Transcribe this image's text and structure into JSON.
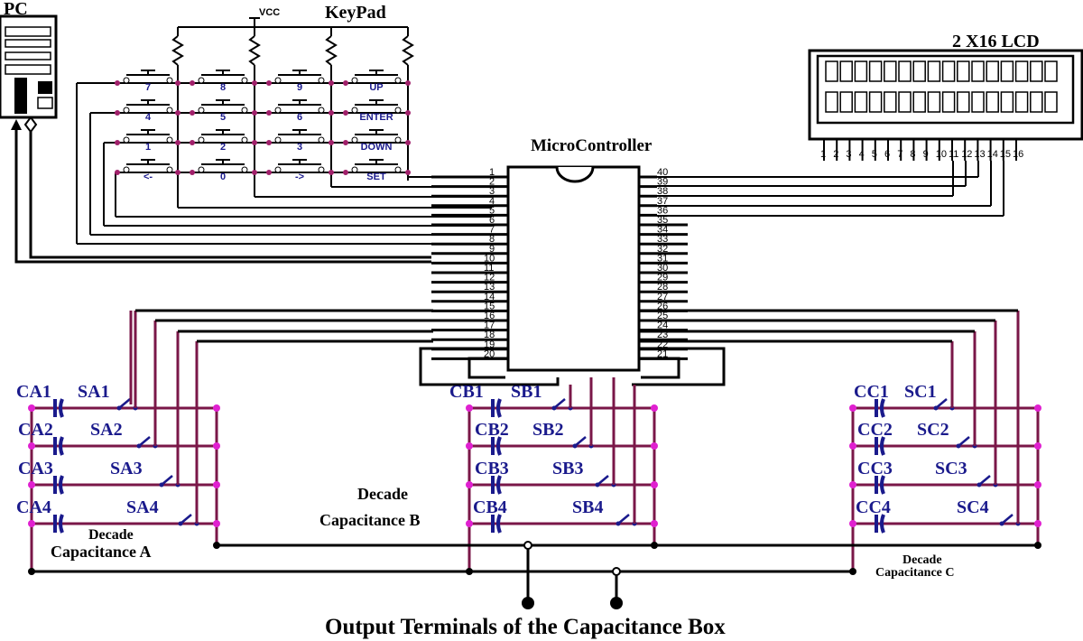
{
  "labels": {
    "pc": "PC",
    "vcc": "VCC",
    "keypad": "KeyPad",
    "lcd": "2 X16 LCD",
    "mcu": "MicroController",
    "output": "Output Terminals of the Capacitance Box",
    "decade_a": [
      "Decade",
      "Capacitance A"
    ],
    "decade_b": [
      "Decade",
      "Capacitance B"
    ],
    "decade_c": [
      "Decade",
      "Capacitance C"
    ]
  },
  "keypad": {
    "rows": [
      [
        "7",
        "8",
        "9",
        "UP"
      ],
      [
        "4",
        "5",
        "6",
        "ENTER"
      ],
      [
        "1",
        "2",
        "3",
        "DOWN"
      ],
      [
        "<-",
        "0",
        "->",
        "SET"
      ]
    ],
    "extra": "ENTER"
  },
  "lcd_pins": [
    "1",
    "2",
    "3",
    "4",
    "5",
    "6",
    "7",
    "8",
    "9",
    "10",
    "11",
    "12",
    "13",
    "14",
    "15",
    "16"
  ],
  "mcu_left_pins": [
    "1",
    "2",
    "3",
    "4",
    "5",
    "6",
    "7",
    "8",
    "9",
    "10",
    "11",
    "12",
    "13",
    "14",
    "15",
    "16",
    "17",
    "18",
    "19",
    "20"
  ],
  "mcu_right_pins": [
    "40",
    "39",
    "38",
    "37",
    "36",
    "35",
    "34",
    "33",
    "32",
    "31",
    "30",
    "29",
    "28",
    "27",
    "26",
    "25",
    "24",
    "23",
    "22",
    "21"
  ],
  "banks": {
    "a": {
      "caps": [
        "CA1",
        "CA2",
        "CA3",
        "CA4"
      ],
      "switches": [
        "SA1",
        "SA2",
        "SA3",
        "SA4"
      ]
    },
    "b": {
      "caps": [
        "CB1",
        "CB2",
        "CB3",
        "CB4"
      ],
      "switches": [
        "SB1",
        "SB2",
        "SB3",
        "SB4"
      ]
    },
    "c": {
      "caps": [
        "CC1",
        "CC2",
        "CC3",
        "CC4"
      ],
      "switches": [
        "SC1",
        "SC2",
        "SC3",
        "SC4"
      ]
    }
  }
}
